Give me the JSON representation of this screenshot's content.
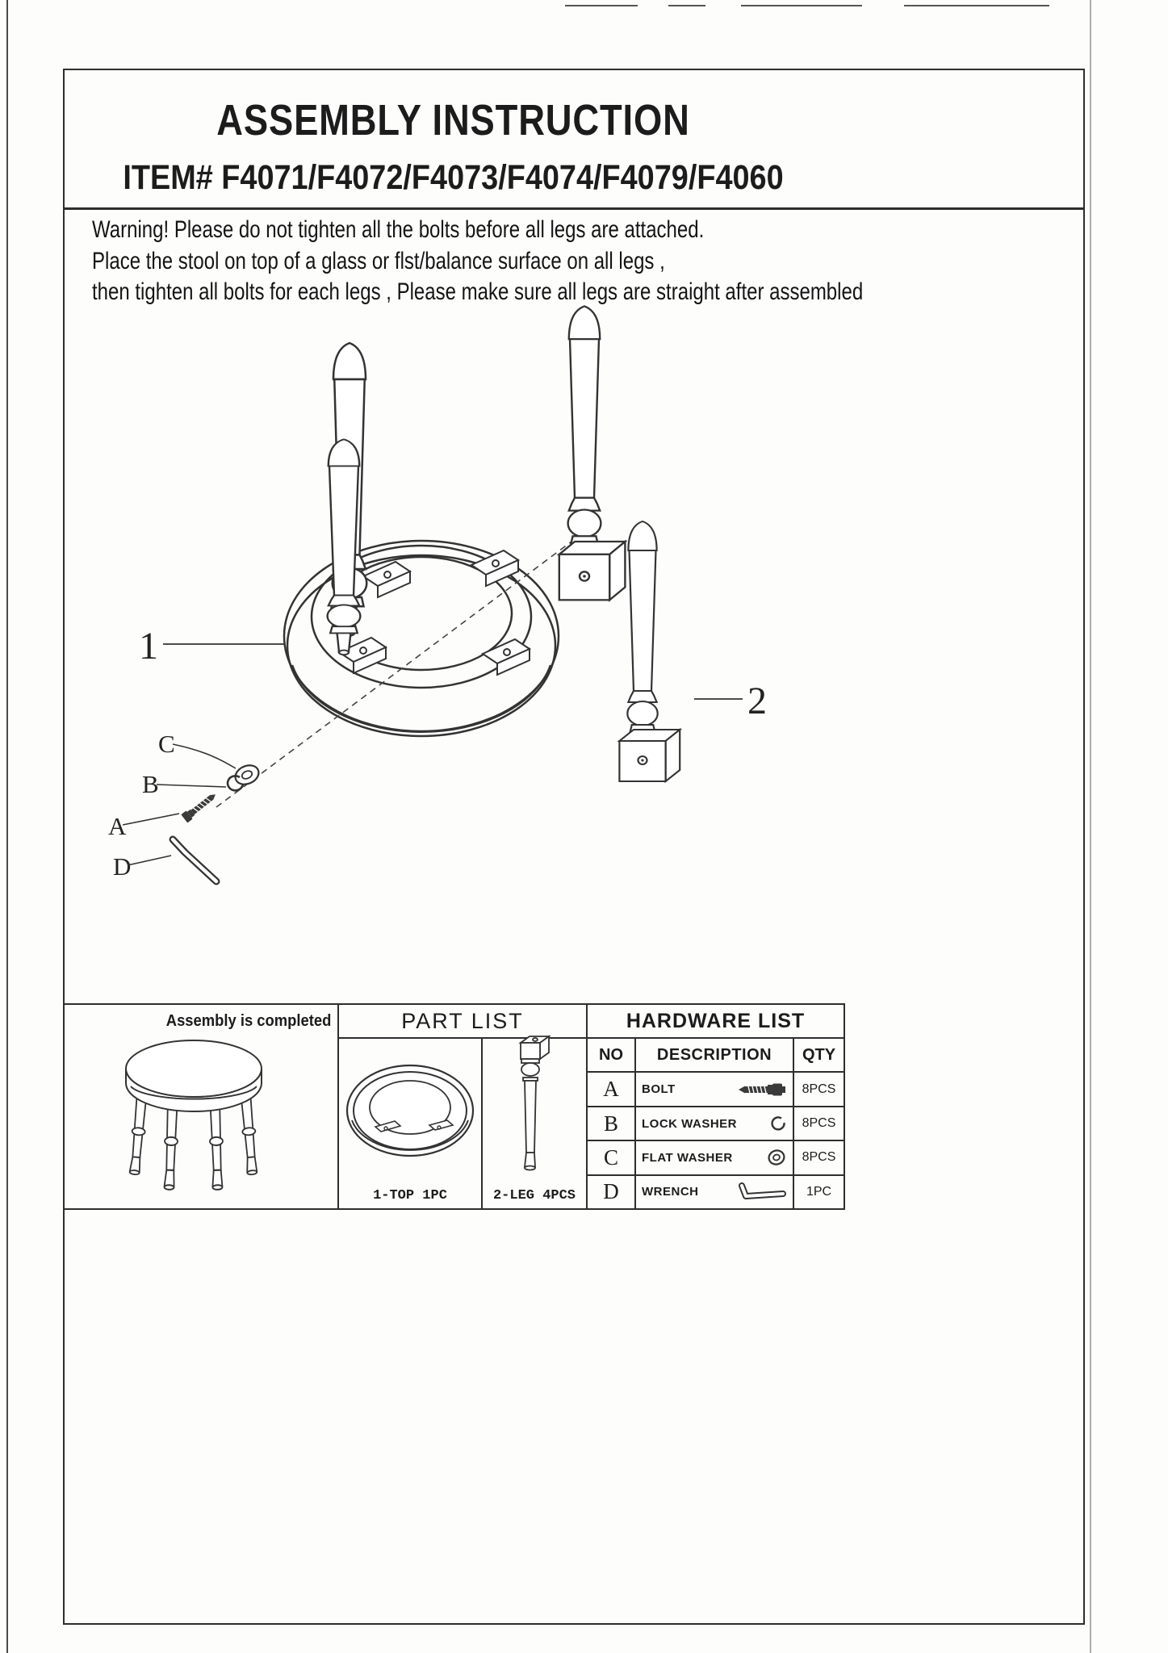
{
  "document": {
    "title": "ASSEMBLY INSTRUCTION",
    "item_line": "ITEM# F4071/F4072/F4073/F4074/F4079/F4060",
    "warning": {
      "line1": "Warning! Please do not tighten all the bolts before all legs are attached.",
      "line2": "Place the stool on top of a glass or flst/balance surface on all legs ,",
      "line3": "then tighten all bolts for each legs , Please make sure all legs are straight after assembled"
    }
  },
  "diagram": {
    "callouts": {
      "part1": "1",
      "part2": "2",
      "bolt": "A",
      "lock_washer": "B",
      "flat_washer": "C",
      "wrench": "D"
    }
  },
  "footer": {
    "completed_label": "Assembly is completed",
    "part_list": {
      "title": "PART LIST",
      "items": [
        {
          "caption": "1-TOP 1PC"
        },
        {
          "caption": "2-LEG 4PCS"
        }
      ]
    },
    "hardware_list": {
      "title": "HARDWARE LIST",
      "headers": {
        "no": "NO",
        "description": "DESCRIPTION",
        "qty": "QTY"
      },
      "rows": [
        {
          "no": "A",
          "description": "BOLT",
          "icon": "bolt-icon",
          "qty": "8PCS"
        },
        {
          "no": "B",
          "description": "LOCK WASHER",
          "icon": "lock-washer-icon",
          "qty": "8PCS"
        },
        {
          "no": "C",
          "description": "FLAT WASHER",
          "icon": "flat-washer-icon",
          "qty": "8PCS"
        },
        {
          "no": "D",
          "description": "WRENCH",
          "icon": "wrench-icon",
          "qty": "1PC"
        }
      ]
    }
  },
  "colors": {
    "ink": "#2e2e2e",
    "paper": "#fdfdfc"
  }
}
